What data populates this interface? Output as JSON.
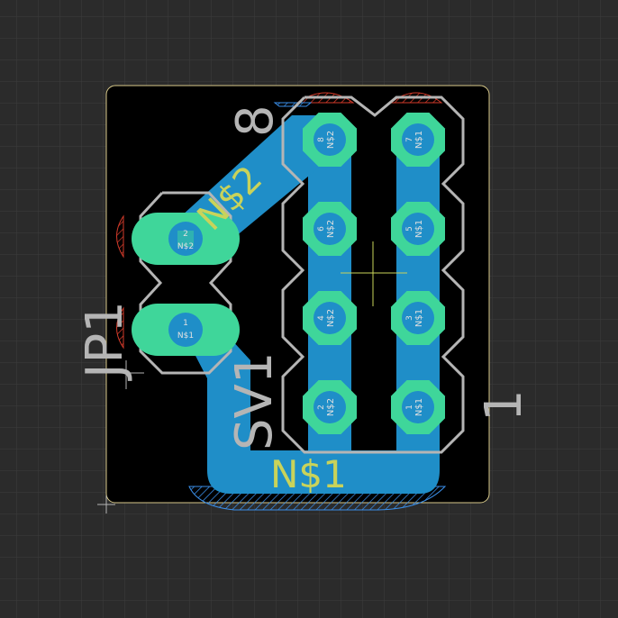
{
  "colors": {
    "background": "#2b2b2b",
    "grid": "#3c3c3c",
    "board": "#000000",
    "outline": "#d8c98a",
    "trace": "#1f8ec8",
    "pad": "#3fd69a",
    "drill": "#1f8ec8",
    "silkscreen": "#b5b5b5",
    "name_text": "#c9d35a",
    "red_hatch": "#d23a2a",
    "blue_hatch": "#3a8ee8"
  },
  "labels": {
    "jp1": "JP1",
    "sv1": "SV1",
    "pin_eight": "8",
    "pin_one": "1",
    "net1": "N$1",
    "net2": "N$2"
  },
  "jp1_pads": [
    {
      "num": "2",
      "net": "N$2"
    },
    {
      "num": "1",
      "net": "N$1"
    }
  ],
  "sv1_pads": [
    {
      "num": "8",
      "net": "N$2"
    },
    {
      "num": "7",
      "net": "N$1"
    },
    {
      "num": "6",
      "net": "N$2"
    },
    {
      "num": "5",
      "net": "N$1"
    },
    {
      "num": "4",
      "net": "N$2"
    },
    {
      "num": "3",
      "net": "N$1"
    },
    {
      "num": "2",
      "net": "N$2"
    },
    {
      "num": "1",
      "net": "N$1"
    }
  ]
}
